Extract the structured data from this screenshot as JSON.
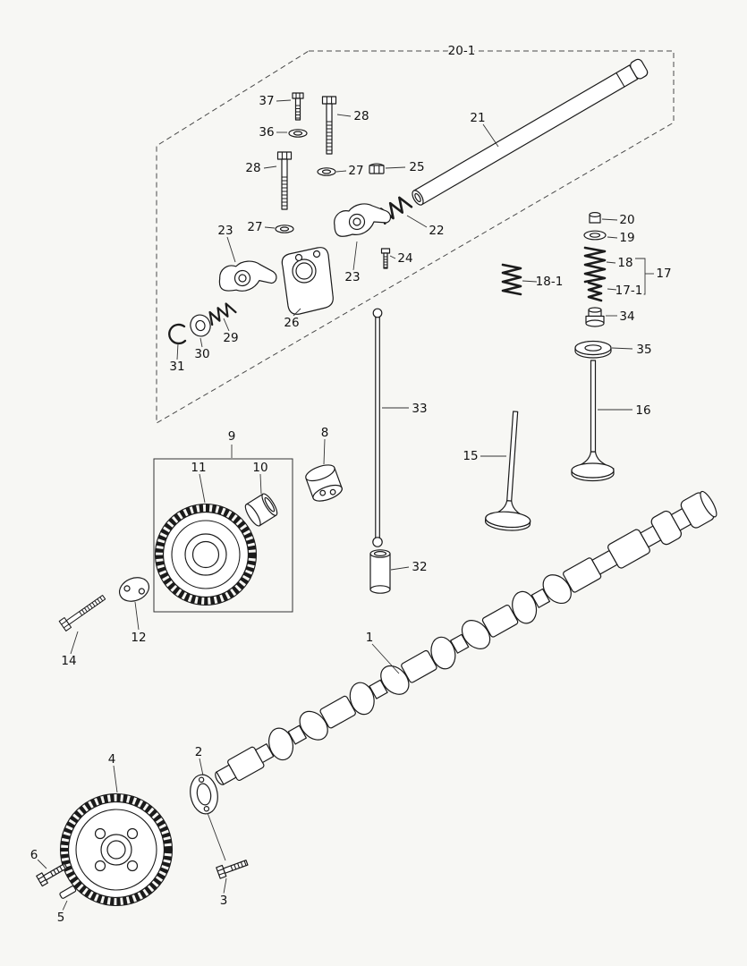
{
  "meta": {
    "type": "exploded-parts-diagram",
    "subject": "engine valvetrain and camshaft",
    "background_color": "#f7f7f4",
    "line_color": "#1b1b1b",
    "label_color": "#111111"
  },
  "labels": {
    "p20_1": "20-1",
    "p37": "37",
    "p28a": "28",
    "p36": "36",
    "p27a": "27",
    "p25": "25",
    "p21": "21",
    "p28b": "28",
    "p27b": "27",
    "p22": "22",
    "p23a": "23",
    "p23b": "23",
    "p24": "24",
    "p26": "26",
    "p29": "29",
    "p30": "30",
    "p31": "31",
    "p20": "20",
    "p19": "19",
    "p18": "18",
    "p17": "17",
    "p17_1": "17-1",
    "p18_1": "18-1",
    "p34": "34",
    "p35": "35",
    "p16": "16",
    "p15": "15",
    "p33": "33",
    "p32": "32",
    "p9": "9",
    "p11": "11",
    "p10": "10",
    "p8": "8",
    "p12": "12",
    "p14": "14",
    "p1": "1",
    "p2": "2",
    "p4": "4",
    "p3": "3",
    "p6": "6",
    "p5": "5"
  }
}
